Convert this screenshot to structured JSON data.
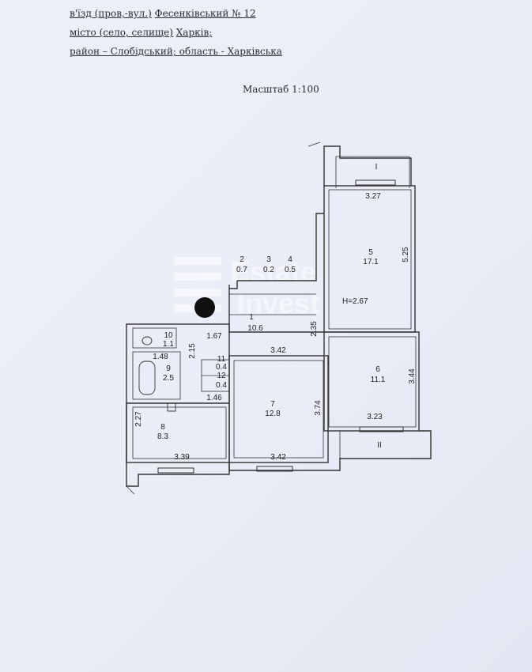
{
  "header": {
    "line1_a": "в'їзд (пров,-вул.)",
    "line1_b": "Фесенківський № 12",
    "line2_a": "місто (село, селище)",
    "line2_b": "Харків;",
    "line3": "район – Слобідський; область - Харківська",
    "scale": "Масштаб 1:100"
  },
  "watermark": {
    "line1": "Estate",
    "line2": "Invest"
  },
  "rooms": {
    "r1": {
      "num": "1",
      "area": "10.6"
    },
    "r2": {
      "num": "2",
      "area": "0.7"
    },
    "r3": {
      "num": "3",
      "area": "0.2"
    },
    "r4": {
      "num": "4",
      "area": "0.5"
    },
    "r5": {
      "num": "5",
      "area": "17.1"
    },
    "r6": {
      "num": "6",
      "area": "11.1"
    },
    "r7": {
      "num": "7",
      "area": "12.8"
    },
    "r8": {
      "num": "8",
      "area": "8.3"
    },
    "r9": {
      "num": "9",
      "area": "2.5"
    },
    "r10": {
      "num": "10",
      "area": "1.1"
    },
    "r11": {
      "num": "11",
      "area": "0.4"
    },
    "r12": {
      "num": "12",
      "area": "0.4"
    },
    "balcony1": "I",
    "balcony2": "II"
  },
  "dimensions": {
    "d327": "3.27",
    "d525": "5.25",
    "h267": "H=2.67",
    "d235": "2.35",
    "d167": "1.67",
    "d342a": "3.42",
    "d148": "1.48",
    "d215": "2.15",
    "d146": "1.46",
    "d344": "3.44",
    "d323": "3.23",
    "d374": "3.74",
    "d227": "2.27",
    "d339": "3.39",
    "d342b": "3.42"
  }
}
